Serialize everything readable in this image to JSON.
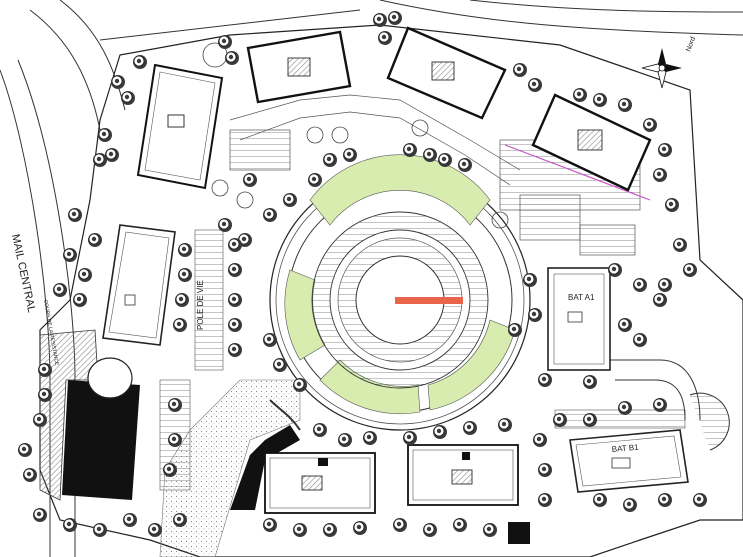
{
  "labels": {
    "road_west": "MAIL CENTRAL",
    "road_west_small": "COURS DE LA RESISTANCE",
    "pole": "POLE DE VIE",
    "bat_a1": "BAT A1",
    "bat_b1": "BAT B1",
    "north": "Nord"
  },
  "colors": {
    "building_outline": "#111111",
    "green_zone": "#d8ecb0",
    "accent_bar": "#e8654a",
    "tree": "#333333",
    "hatch": "#9a9a9a"
  }
}
